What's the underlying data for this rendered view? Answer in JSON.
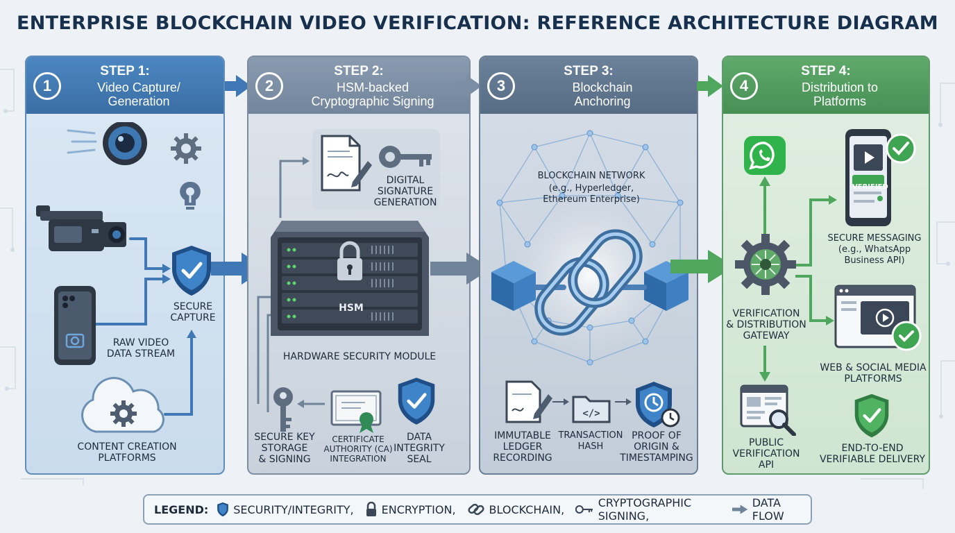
{
  "title": "ENTERPRISE BLOCKCHAIN VIDEO VERIFICATION: REFERENCE ARCHITECTURE DIAGRAM",
  "colors": {
    "step1": "#3d78b3",
    "step2": "#7c8ea3",
    "step3": "#5f7690",
    "step4": "#4e9a60",
    "arrow": "#3f78b4",
    "green_arrow": "#4fa65d"
  },
  "steps": [
    {
      "number": "1",
      "label": "STEP 1:",
      "subtitle_line1": "Video Capture/",
      "subtitle_line2": "Generation",
      "items": {
        "secure_capture": "SECURE\nCAPTURE",
        "raw_video": "RAW VIDEO\nDATA STREAM",
        "content_creation": "CONTENT CREATION\nPLATFORMS"
      }
    },
    {
      "number": "2",
      "label": "STEP 2:",
      "subtitle_line1": "HSM-backed",
      "subtitle_line2": "Cryptographic Signing",
      "items": {
        "digital_signature": "DIGITAL\nSIGNATURE\nGENERATION",
        "hsm_text": "HSM",
        "hsm_caption": "HARDWARE SECURITY MODULE",
        "secure_key": "SECURE KEY\nSTORAGE\n& SIGNING",
        "certificate_authority": "CERTIFICATE\nAUTHORITY (CA)\nINTEGRATION",
        "data_integrity": "DATA\nINTEGRITY\nSEAL"
      }
    },
    {
      "number": "3",
      "label": "STEP 3:",
      "subtitle_line1": "Blockchain",
      "subtitle_line2": "Anchoring",
      "items": {
        "network_title": "BLOCKCHAIN NETWORK",
        "network_sub": "(e.g., Hyperledger,\nEthereum Enterprise)",
        "immutable_ledger": "IMMUTABLE\nLEDGER\nRECORDING",
        "transaction_hash": "TRANSACTION\nHASH",
        "proof_of_origin": "PROOF OF\nORIGIN &\nTIMESTAMPING"
      }
    },
    {
      "number": "4",
      "label": "STEP 4:",
      "subtitle_line1": "Distribution to",
      "subtitle_line2": "Platforms",
      "items": {
        "gateway": "VERIFICATION\n& DISTRIBUTION\nGATEWAY",
        "secure_messaging": "SECURE MESSAGING",
        "secure_messaging_sub": "(e.g., WhatsApp\nBusiness API)",
        "verified_badge": "VERIFIED",
        "web_social": "WEB & SOCIAL MEDIA\nPLATFORMS",
        "public_api": "PUBLIC\nVERIFICATION\nAPI",
        "end_to_end": "END-TO-END\nVERIFIABLE DELIVERY"
      }
    }
  ],
  "legend": {
    "title": "LEGEND:",
    "items": [
      {
        "icon": "shield-icon",
        "label": "SECURITY/INTEGRITY,"
      },
      {
        "icon": "lock-icon",
        "label": "ENCRYPTION,"
      },
      {
        "icon": "chain-link-icon",
        "label": "BLOCKCHAIN,"
      },
      {
        "icon": "key-icon",
        "label": "CRYPTOGRAPHIC SIGNING,"
      },
      {
        "icon": "arrow-icon",
        "label": "DATA FLOW"
      }
    ]
  }
}
